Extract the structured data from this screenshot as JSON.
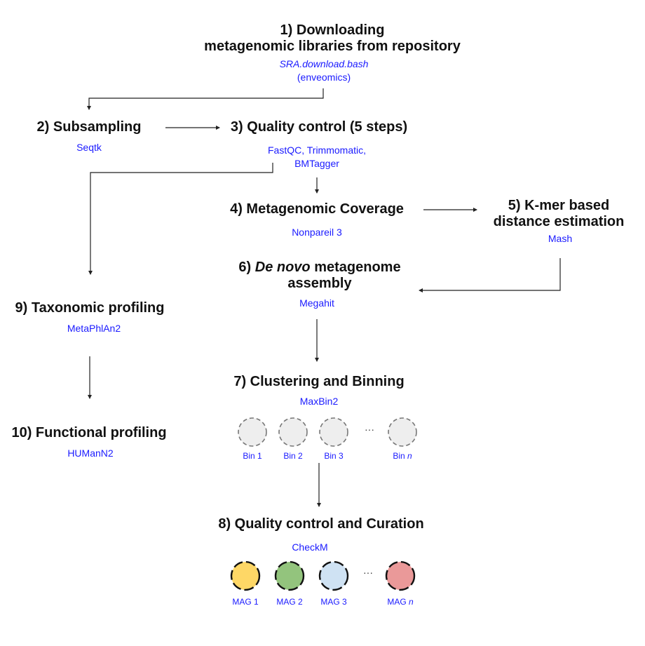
{
  "colors": {
    "title": "#111111",
    "tool": "#1a1aff",
    "arrow": "#222222",
    "bin_fill": "#eeeeee",
    "bin_stroke": "#777777",
    "mag_stroke": "#111111"
  },
  "steps": {
    "s1": {
      "title_line1": "1)   Downloading",
      "title_line2": "metagenomic libraries from repository",
      "tool_line1": "SRA.download.bash",
      "tool_line2": "(enveomics)"
    },
    "s2": {
      "title": "2) Subsampling",
      "tool": "Seqtk"
    },
    "s3": {
      "title": "3) Quality control (5 steps)",
      "tool_line1": "FastQC, Trimmomatic,",
      "tool_line2": "BMTagger"
    },
    "s4": {
      "title": "4) Metagenomic Coverage",
      "tool": "Nonpareil 3"
    },
    "s5": {
      "title_line1": "5) K-mer based",
      "title_line2": "distance estimation",
      "tool": "Mash"
    },
    "s6": {
      "title_prefix": "6) ",
      "title_italic": "De novo",
      "title_suffix": " metagenome",
      "title_line2": "assembly",
      "tool": "Megahit"
    },
    "s7": {
      "title": "7) Clustering and Binning",
      "tool": "MaxBin2"
    },
    "s8": {
      "title": "8) Quality control and Curation",
      "tool": "CheckM"
    },
    "s9": {
      "title": "9) Taxonomic profiling",
      "tool": "MetaPhlAn2"
    },
    "s10": {
      "title": "10) Functional profiling",
      "tool": "HUManN2"
    }
  },
  "bins": [
    {
      "label": "Bin 1",
      "italic": ""
    },
    {
      "label": "Bin 2",
      "italic": ""
    },
    {
      "label": "Bin 3",
      "italic": ""
    },
    {
      "label": "Bin ",
      "italic": "n"
    }
  ],
  "bins_ellipsis": "···",
  "mags": [
    {
      "label": "MAG 1",
      "italic": "",
      "color": "#fed766"
    },
    {
      "label": "MAG 2",
      "italic": "",
      "color": "#93c47d"
    },
    {
      "label": "MAG  3",
      "italic": "",
      "color": "#cfe2f3"
    },
    {
      "label": "MAG ",
      "italic": "n",
      "color": "#ea9999"
    }
  ],
  "mags_ellipsis": "···"
}
